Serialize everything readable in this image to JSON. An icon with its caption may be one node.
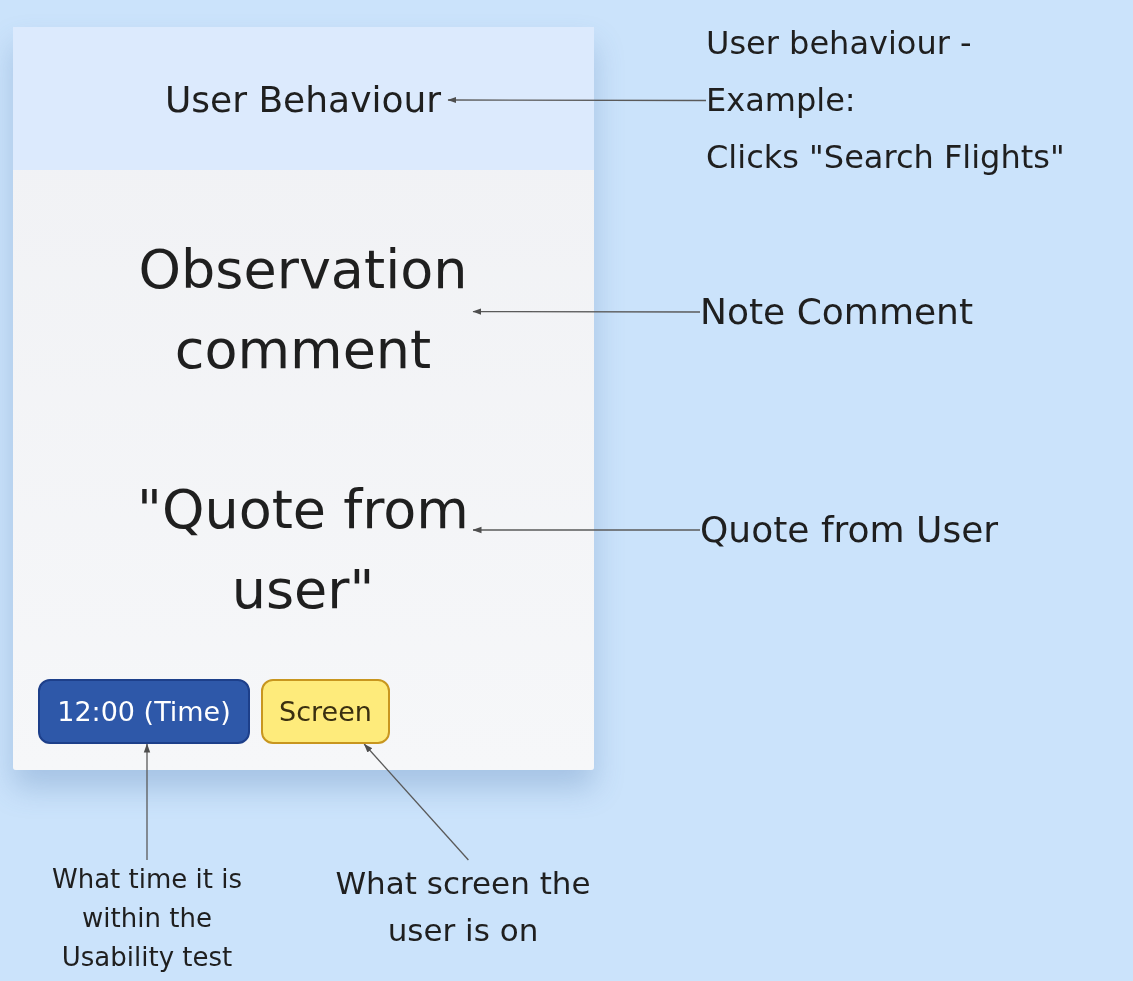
{
  "diagram": {
    "nodes": [
      {
        "text": [],
        "shape": "box"
      },
      {
        "text": [
          "User Behaviour"
        ],
        "in": 0
      },
      {
        "text": [
          "Observation comment"
        ],
        "in": 0
      },
      {
        "text": [
          "\"Quote from user\""
        ],
        "in": 0
      },
      {
        "text": [
          "12:00 (Time)"
        ],
        "in": 0
      },
      {
        "text": [
          "Screen"
        ],
        "in": 0
      },
      {
        "text": [
          "User behaviour - Example: Clicks \"Search Flights\""
        ]
      },
      {
        "text": [
          "Note Comment"
        ]
      },
      {
        "text": [
          "Quote from User"
        ]
      },
      {
        "text": [
          "What time it is within the Usability test"
        ]
      },
      {
        "text": [
          "What screen the user is on"
        ]
      }
    ],
    "edges": [
      {
        "from": 6,
        "to": 1,
        "arrow": "to"
      },
      {
        "from": 7,
        "to": 2,
        "arrow": "to"
      },
      {
        "from": 8,
        "to": 3,
        "arrow": "to"
      },
      {
        "from": 9,
        "to": 4,
        "arrow": "to"
      },
      {
        "from": 10,
        "to": 5,
        "arrow": "to"
      }
    ]
  }
}
